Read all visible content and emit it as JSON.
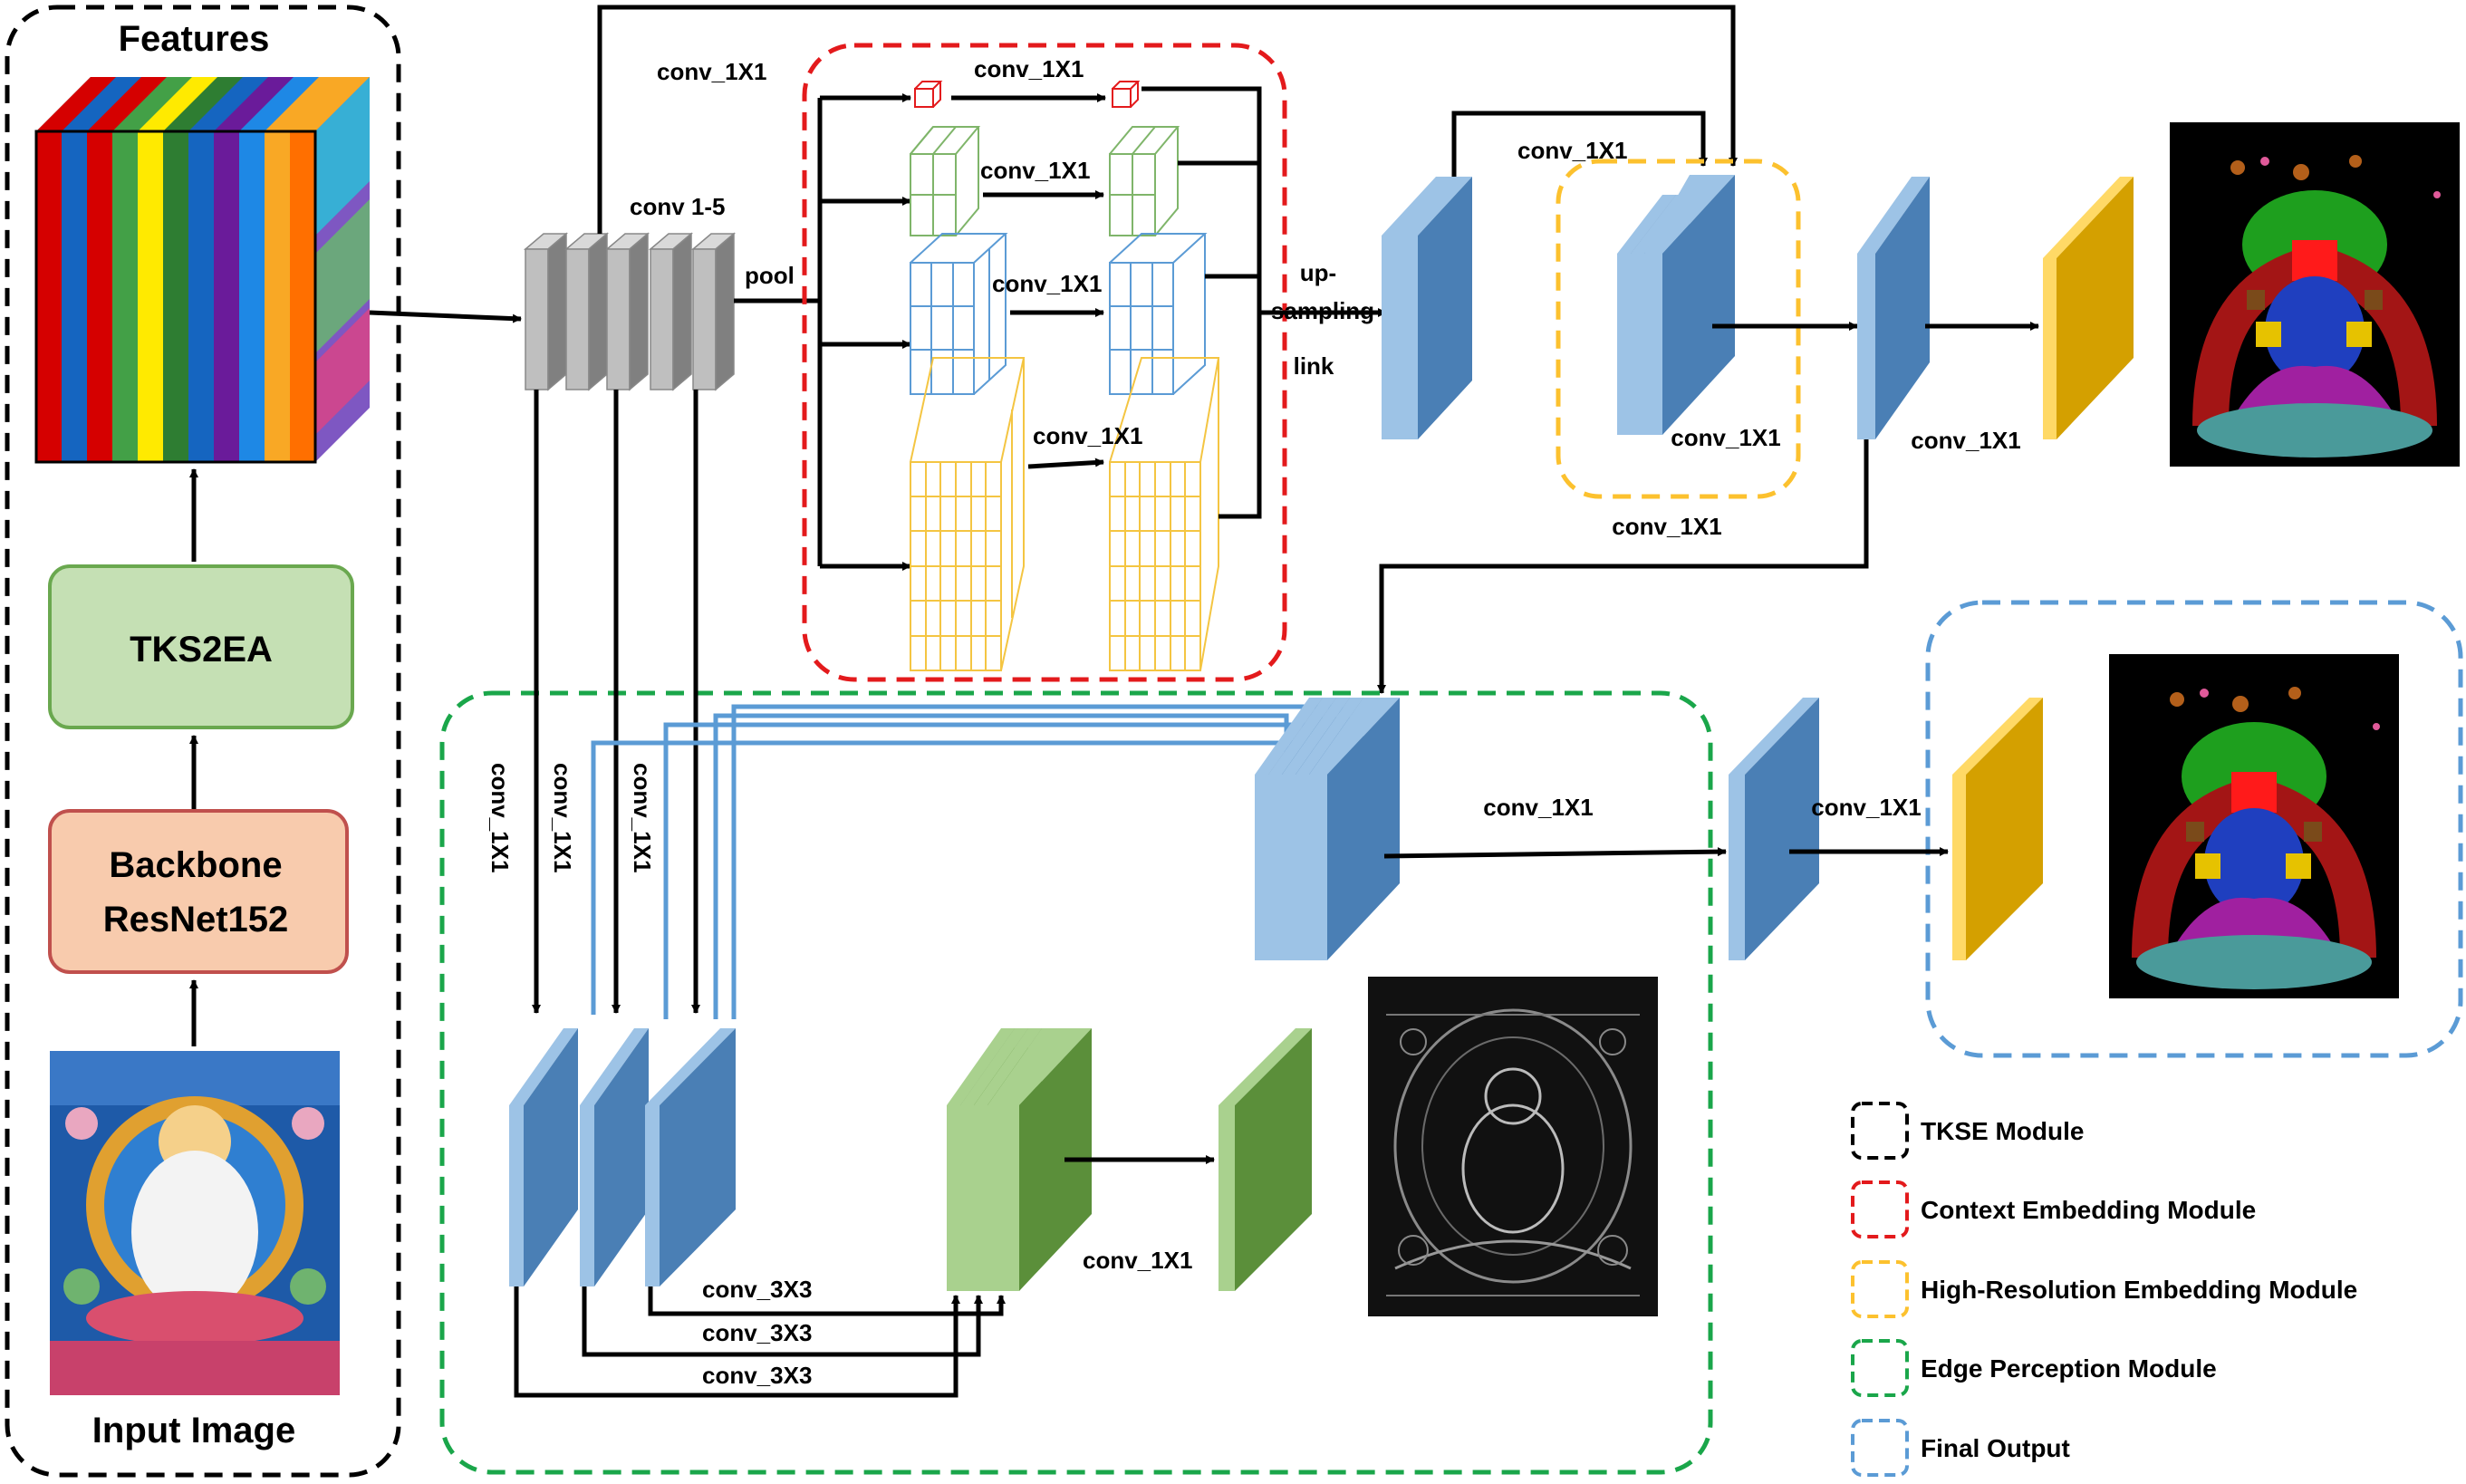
{
  "blocks": {
    "features": "Features",
    "tks2ea": "TKS2EA",
    "backbone_line1": "Backbone",
    "backbone_line2": "ResNet152",
    "input_image": "Input Image"
  },
  "labels": {
    "conv_1x1": "conv_1X1",
    "conv_1_5": "conv 1-5",
    "pool": "pool",
    "up": "up-",
    "sampling": "sampling",
    "link": "link",
    "conv_3x3": "conv_3X3"
  },
  "legend": [
    {
      "label": "TKSE Module",
      "color": "#000000"
    },
    {
      "label": "Context Embedding Module",
      "color": "#e31a1c"
    },
    {
      "label": "High-Resolution Embedding Module",
      "color": "#fcc12e"
    },
    {
      "label": "Edge Perception Module",
      "color": "#1aa64a"
    },
    {
      "label": "Final Output",
      "color": "#5b9bd5"
    }
  ],
  "colors": {
    "blue_layer": "#4a7fb5",
    "green_layer": "#5b8f3a",
    "gold_layer": "#d4a000",
    "gray_layer": "#b0b0b0"
  }
}
